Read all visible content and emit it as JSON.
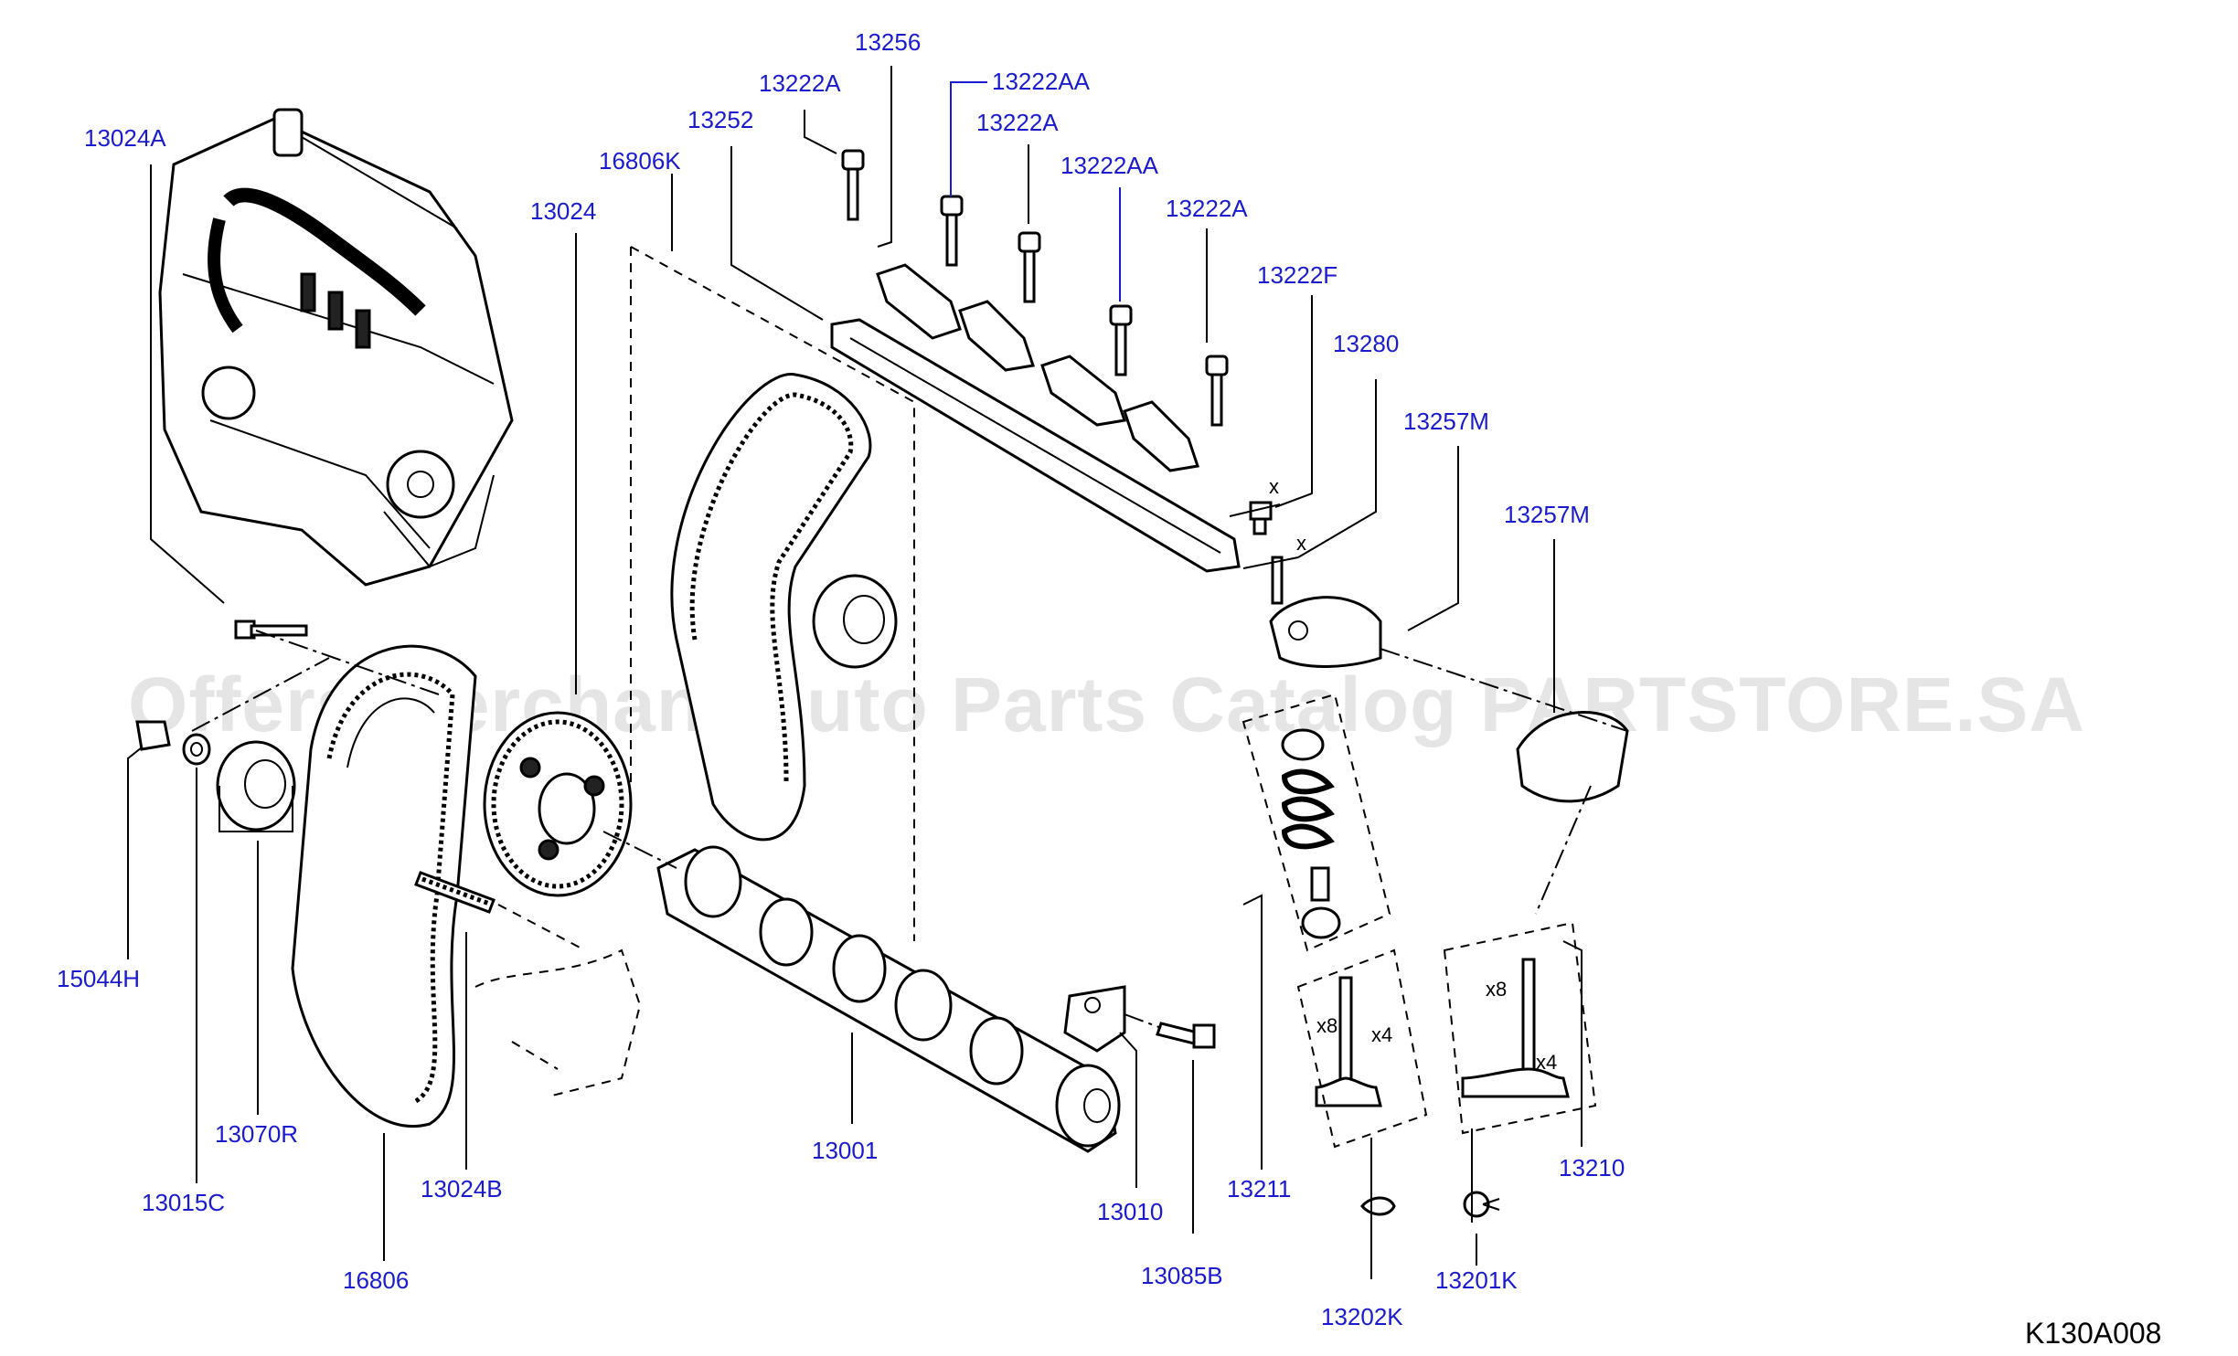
{
  "watermark": "Offers Merchant Auto Parts Catalog PARTSTORE.SA",
  "diagram_code": "K130A008",
  "labels": {
    "p13024A": "13024A",
    "p13024": "13024",
    "p16806K": "16806K",
    "p13252": "13252",
    "p13222A_1": "13222A",
    "p13256": "13256",
    "p13222AA_1": "13222AA",
    "p13222A_2": "13222A",
    "p13222AA_2": "13222AA",
    "p13222A_3": "13222A",
    "p13222F": "13222F",
    "p13280": "13280",
    "p13257M_1": "13257M",
    "p13257M_2": "13257M",
    "p15044H": "15044H",
    "p13070R": "13070R",
    "p13015C": "13015C",
    "p13024B": "13024B",
    "p16806": "16806",
    "p13001": "13001",
    "p13010": "13010",
    "p13085B": "13085B",
    "p13211": "13211",
    "p13210": "13210",
    "p13202K": "13202K",
    "p13201K": "13201K"
  },
  "quantities": {
    "x8_left": "x8",
    "x4_left": "x4",
    "x8_right": "x8",
    "x4_right": "x4",
    "x_mark_1": "x",
    "x_mark_2": "x"
  }
}
